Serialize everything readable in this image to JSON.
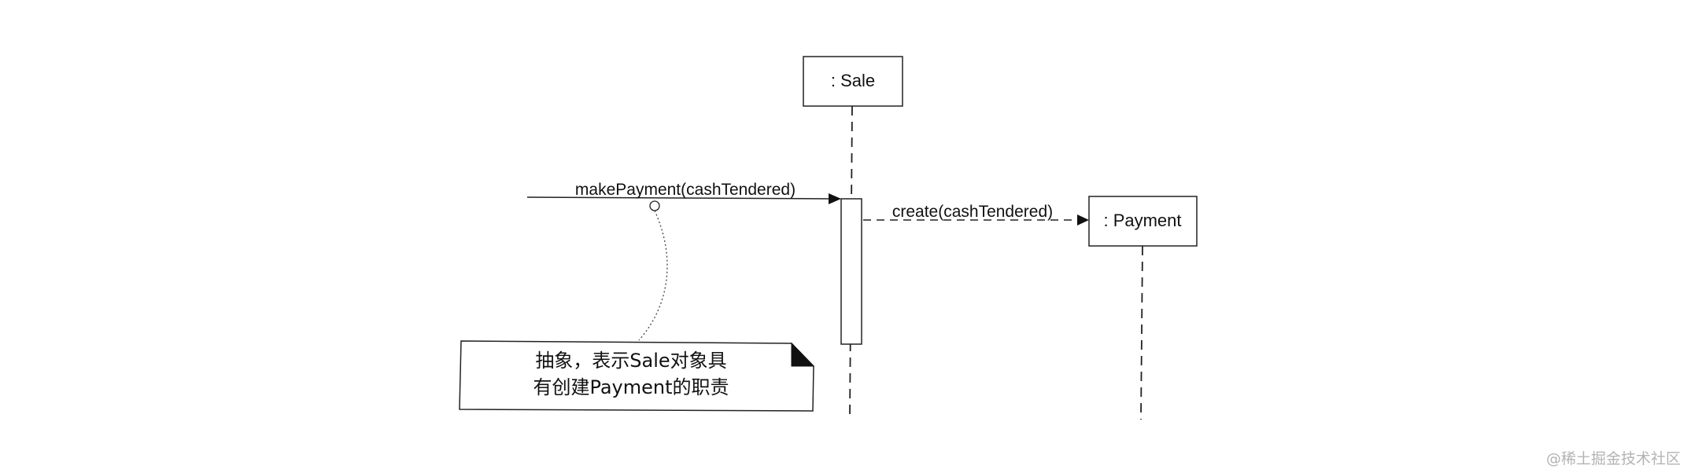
{
  "lifelines": {
    "sale": {
      "label": ": Sale"
    },
    "payment": {
      "label": ": Payment"
    }
  },
  "messages": {
    "make_payment": {
      "label": "makePayment(cashTendered)"
    },
    "create": {
      "label": "create(cashTendered)"
    }
  },
  "note": {
    "line1": "抽象，表示Sale对象具",
    "line2": "有创建Payment的职责"
  },
  "watermark": "@稀土掘金技术社区"
}
